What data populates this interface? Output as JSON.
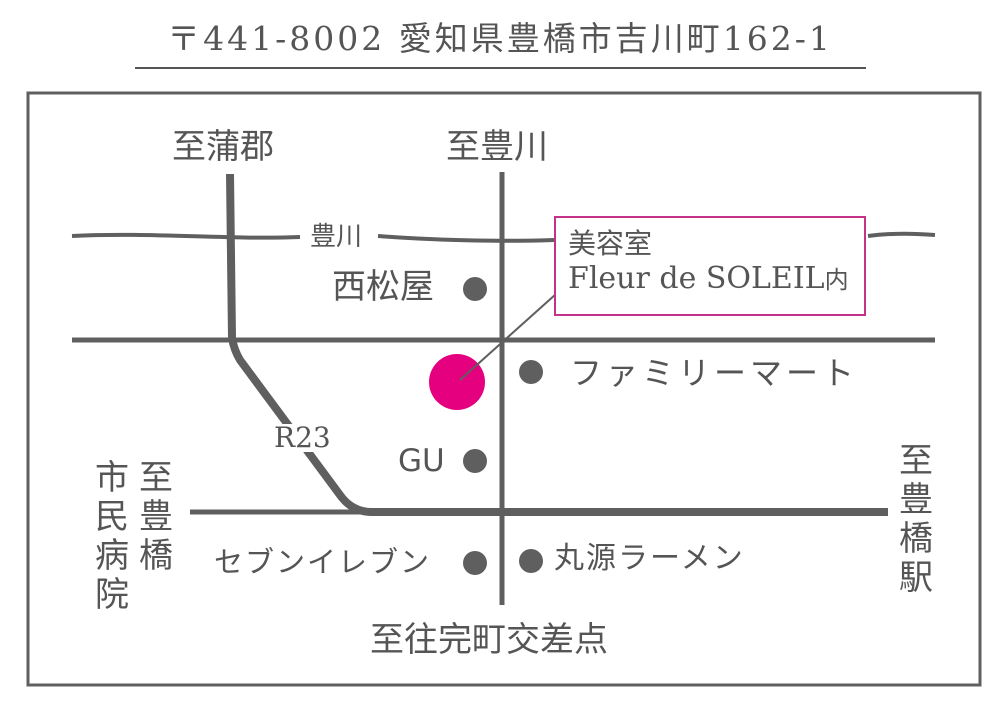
{
  "header": {
    "address": "〒441-8002 愛知県豊橋市吉川町162-1"
  },
  "map": {
    "directions": {
      "gamagori": "至蒲郡",
      "toyokawa": "至豊川",
      "toyohashi_hospital_line1": "至豊橋",
      "toyohashi_hospital_line2": "市民病院",
      "toyohashi_station": "至豊橋駅",
      "okancho": "至往完町交差点"
    },
    "river": "豊川",
    "route": "R23",
    "landmarks": {
      "nishimatsuya": "西松屋",
      "familymart": "ファミリーマート",
      "gu": "GU",
      "seven_eleven": "セブンイレブン",
      "marugen": "丸源ラーメン"
    },
    "destination": {
      "line1": "美容室",
      "name": "Fleur de SOLEIL",
      "suffix": "内"
    }
  },
  "colors": {
    "road": "#5f5f5f",
    "text": "#555555",
    "destination": "#e5007f",
    "callout_border": "#c4338a"
  }
}
